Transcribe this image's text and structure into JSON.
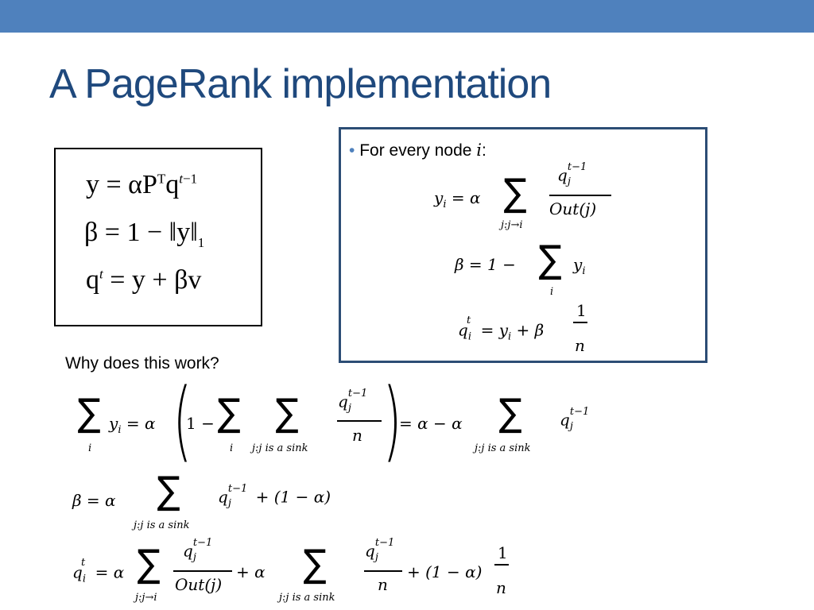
{
  "slide": {
    "title": "A PageRank implementation",
    "question": "Why does this work?",
    "bullet_text": "For every node",
    "bullet_var": "i",
    "bullet_colon": ":"
  },
  "colors": {
    "top_bar": "#4f81bd",
    "title": "#1f497d",
    "right_border": "#2c4d75"
  }
}
